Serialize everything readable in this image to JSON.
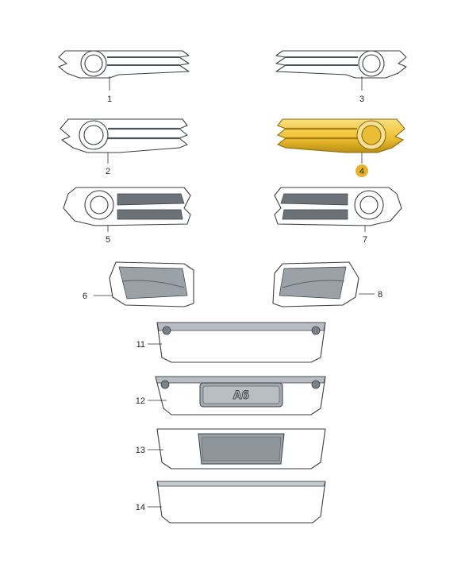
{
  "colors": {
    "grey_part": "#8c949a",
    "grey_part_light": "#b9c0c5",
    "grey_part_dark": "#5b6268",
    "highlight_part": "#f1c232",
    "highlight_part_light": "#f8df7e",
    "highlight_part_dark": "#b88d13",
    "highlight_badge": "#e6b325",
    "label_text": "#222222",
    "background": "#ffffff"
  },
  "parts": [
    {
      "number": "1",
      "kind": "fog-light-grille-left",
      "highlighted": false
    },
    {
      "number": "3",
      "kind": "fog-light-grille-right",
      "highlighted": false
    },
    {
      "number": "2",
      "kind": "fog-light-grille-left-chrome",
      "highlighted": false
    },
    {
      "number": "4",
      "kind": "fog-light-grille-right-chrome",
      "highlighted": true
    },
    {
      "number": "5",
      "kind": "fog-light-frame-left",
      "highlighted": false
    },
    {
      "number": "7",
      "kind": "fog-light-frame-right",
      "highlighted": false
    },
    {
      "number": "6",
      "kind": "air-guide-left",
      "highlighted": false
    },
    {
      "number": "8",
      "kind": "air-guide-right",
      "highlighted": false
    },
    {
      "number": "11",
      "kind": "bumper-insert-plain",
      "highlighted": false
    },
    {
      "number": "12",
      "kind": "bumper-insert-with-badge",
      "highlighted": false,
      "badge_text": "A6"
    },
    {
      "number": "13",
      "kind": "bumper-insert-plate-recess",
      "highlighted": false
    },
    {
      "number": "14",
      "kind": "bumper-insert-cover",
      "highlighted": false
    }
  ]
}
